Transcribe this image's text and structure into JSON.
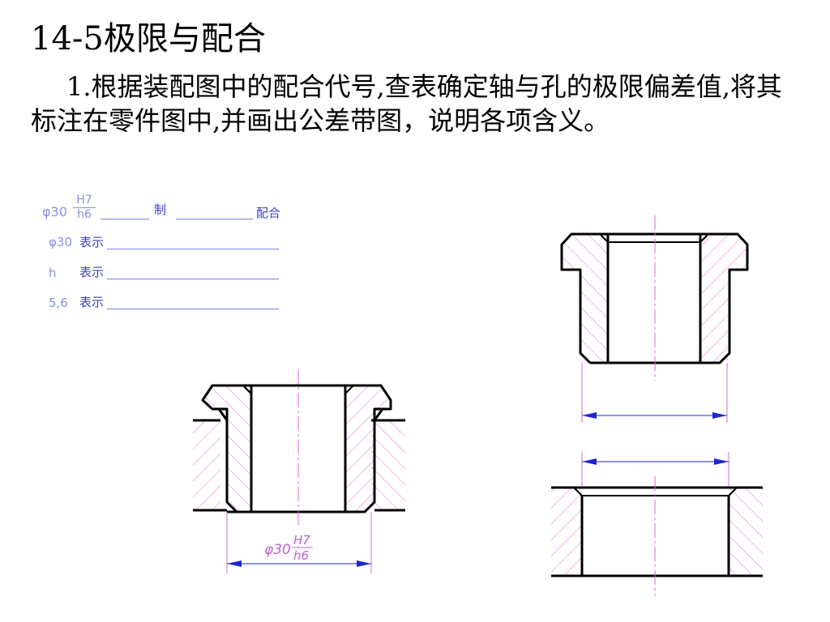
{
  "slide": {
    "title": "14-5极限与配合",
    "paragraph": "1.根据装配图中的配合代号,查表确定轴与孔的极限偏差值,将其标注在零件图中,并画出公差带图，说明各项含义。"
  },
  "form": {
    "row1": {
      "phi": "φ30",
      "numerator": "H7",
      "denominator": "h6",
      "label_a": "制",
      "label_b": "配合"
    },
    "row2": {
      "prefix": "φ30",
      "label": "表示"
    },
    "row3": {
      "prefix": "h",
      "label": "表示"
    },
    "row4": {
      "prefix": "5,6",
      "label": "表示"
    }
  },
  "drawing": {
    "assembly_dim_phi": "φ30",
    "assembly_dim_num": "H7",
    "assembly_dim_den": "h6"
  },
  "colors": {
    "line": "#000000",
    "hatch": "#e070e0",
    "centerline": "#d86ad8",
    "dimension": "#1f24d0",
    "form_text": "#3d41c8"
  }
}
